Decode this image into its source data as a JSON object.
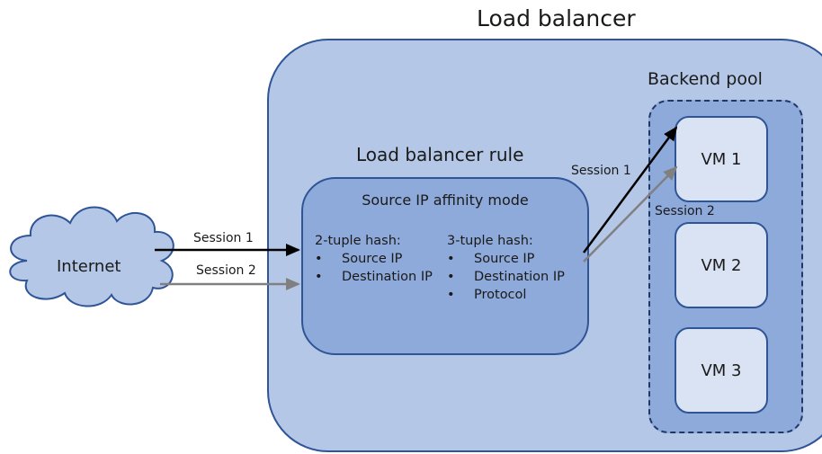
{
  "load_balancer": {
    "title": "Load balancer"
  },
  "internet": {
    "label": "Internet"
  },
  "rule": {
    "title": "Load balancer rule",
    "mode": "Source IP affinity mode",
    "two_tuple": {
      "heading": "2-tuple hash:",
      "items": [
        "Source IP",
        "Destination IP"
      ]
    },
    "three_tuple": {
      "heading": "3-tuple hash:",
      "items": [
        "Source IP",
        "Destination IP",
        "Protocol"
      ]
    }
  },
  "backend_pool": {
    "title": "Backend pool",
    "vms": [
      "VM 1",
      "VM 2",
      "VM 3"
    ]
  },
  "sessions": {
    "in_1": "Session 1",
    "in_2": "Session 2",
    "out_1": "Session 1",
    "out_2": "Session 2"
  },
  "colors": {
    "outer_fill": "#b4c7e7",
    "inner_fill": "#8eaadb",
    "vm_fill": "#dae3f3",
    "border": "#2f5597",
    "session_1_arrow": "#000000",
    "session_2_arrow": "#808080"
  }
}
